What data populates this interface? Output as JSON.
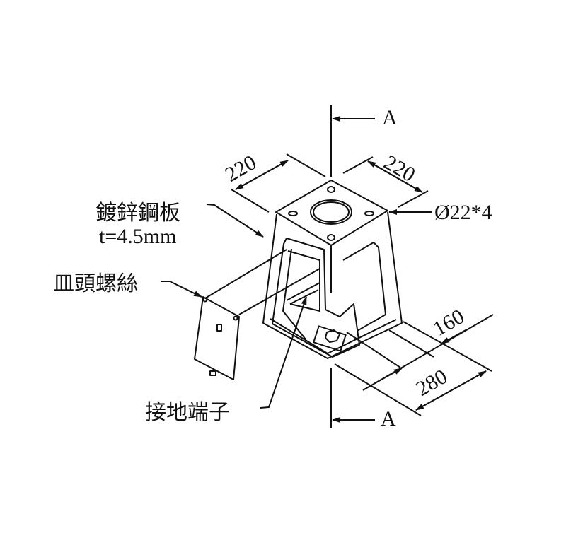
{
  "labels": {
    "material": "鍍鋅鋼板",
    "thickness": "t=4.5mm",
    "screw": "皿頭螺絲",
    "ground": "接地端子",
    "holes": "Ø22*4"
  },
  "dimensions": {
    "top_left": "220",
    "top_right": "220",
    "depth": "160",
    "width": "280"
  },
  "section": {
    "top": "A",
    "bottom": "A"
  }
}
